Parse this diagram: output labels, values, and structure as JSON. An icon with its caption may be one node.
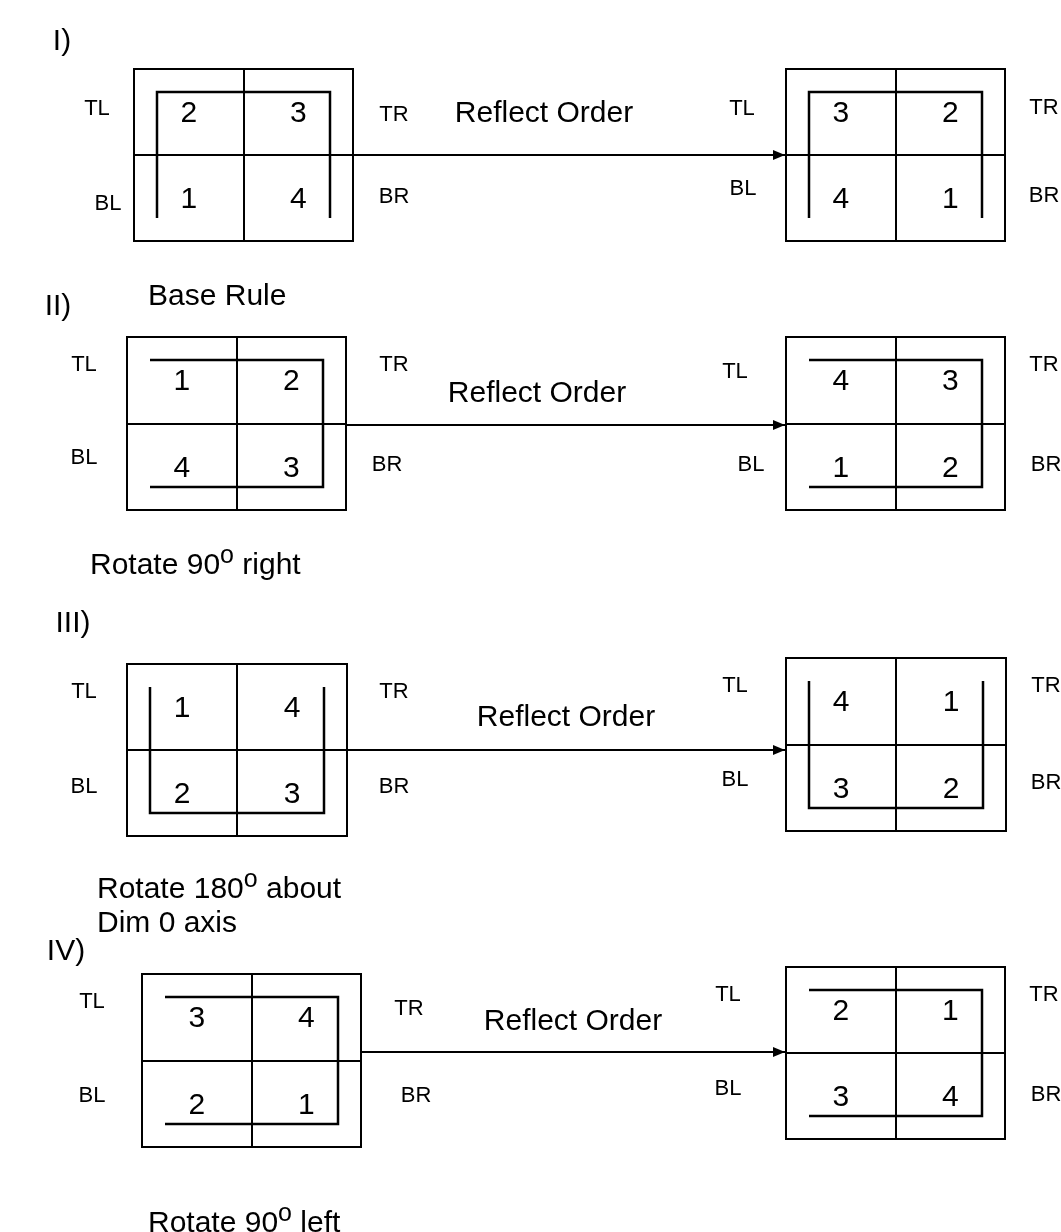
{
  "diagram": {
    "nodes": [
      {
        "text": [],
        "shape": "box",
        "beside": [
          "Base Rule"
        ]
      },
      {
        "text": [
          "2"
        ],
        "in": 0
      },
      {
        "text": [
          "3"
        ],
        "in": 0
      },
      {
        "text": [
          "1"
        ],
        "in": 0
      },
      {
        "text": [
          "4"
        ],
        "in": 0
      },
      {
        "text": [],
        "shape": "box"
      },
      {
        "text": [
          "3"
        ],
        "in": 5
      },
      {
        "text": [
          "2"
        ],
        "in": 5
      },
      {
        "text": [
          "4"
        ],
        "in": 5
      },
      {
        "text": [
          "1"
        ],
        "in": 5
      },
      {
        "text": [],
        "shape": "box",
        "beside": [
          "Rotate 90$^{o}$ right"
        ]
      },
      {
        "text": [
          "1"
        ],
        "in": 10
      },
      {
        "text": [
          "2"
        ],
        "in": 10
      },
      {
        "text": [
          "4"
        ],
        "in": 10
      },
      {
        "text": [
          "3"
        ],
        "in": 10
      },
      {
        "text": [],
        "shape": "box"
      },
      {
        "text": [
          "4"
        ],
        "in": 15
      },
      {
        "text": [
          "3"
        ],
        "in": 15
      },
      {
        "text": [
          "1"
        ],
        "in": 15
      },
      {
        "text": [
          "2"
        ],
        "in": 15
      },
      {
        "text": [],
        "shape": "box",
        "beside": [
          "Rotate 180$^{o}$ about Dim 0 axis"
        ]
      },
      {
        "text": [
          "1"
        ],
        "in": 20
      },
      {
        "text": [
          "4"
        ],
        "in": 20
      },
      {
        "text": [
          "2"
        ],
        "in": 20
      },
      {
        "text": [
          "3"
        ],
        "in": 20
      },
      {
        "text": [],
        "shape": "box"
      },
      {
        "text": [
          "4"
        ],
        "in": 25
      },
      {
        "text": [
          "1"
        ],
        "in": 25
      },
      {
        "text": [
          "3"
        ],
        "in": 25
      },
      {
        "text": [
          "2"
        ],
        "in": 25
      },
      {
        "text": [],
        "shape": "box",
        "beside": [
          "Rotate 90$^{o}$ left"
        ]
      },
      {
        "text": [
          "3"
        ],
        "in": 30
      },
      {
        "text": [
          "4"
        ],
        "in": 30
      },
      {
        "text": [
          "2"
        ],
        "in": 30
      },
      {
        "text": [
          "1"
        ],
        "in": 30
      },
      {
        "text": [],
        "shape": "box"
      },
      {
        "text": [
          "2"
        ],
        "in": 35
      },
      {
        "text": [
          "1"
        ],
        "in": 35
      },
      {
        "text": [
          "3"
        ],
        "in": 35
      },
      {
        "text": [
          "4"
        ],
        "in": 35
      }
    ],
    "edges": [
      {
        "from": 0,
        "to": 5,
        "arrow": "to",
        "label": "Reflect Order"
      },
      {
        "from": 10,
        "to": 15,
        "arrow": "to",
        "label": "Reflect Order"
      },
      {
        "from": 20,
        "to": 25,
        "arrow": "to",
        "label": "Reflect Order"
      },
      {
        "from": 30,
        "to": 35,
        "arrow": "to",
        "label": "Reflect Order"
      }
    ],
    "labels": [
      "I)",
      "TL",
      "TR",
      "TL",
      "TR",
      "BL",
      "BR",
      "BL",
      "BR",
      "II)",
      "TL",
      "TR",
      "TL",
      "TR",
      "BL",
      "BR",
      "BL",
      "BR",
      "III)",
      "TL",
      "TR",
      "TL",
      "TR",
      "BL",
      "BR",
      "BL",
      "BR",
      "IV)",
      "TL",
      "TR",
      "TL",
      "TR",
      "BL",
      "BR",
      "BL",
      "BR"
    ]
  }
}
